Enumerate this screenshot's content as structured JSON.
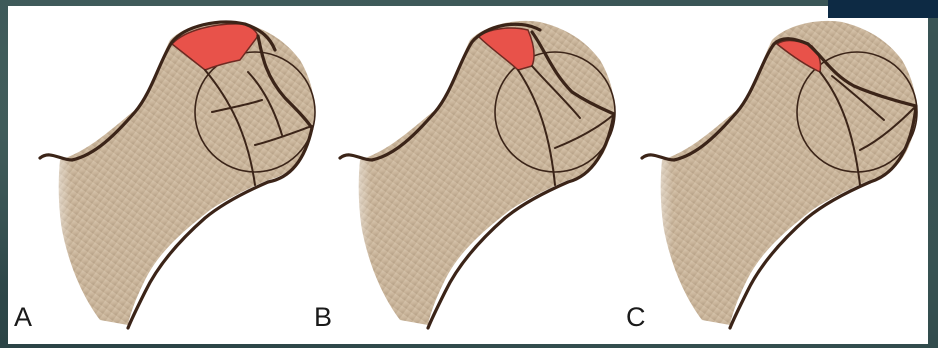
{
  "figure": {
    "panels": [
      {
        "label": "A",
        "lesion": "large"
      },
      {
        "label": "B",
        "lesion": "medium"
      },
      {
        "label": "C",
        "lesion": "small"
      }
    ],
    "colors": {
      "bone": "#c9b49a",
      "bone_shade": "#a8937a",
      "lesion": "#e8524a",
      "outline": "#3b2418",
      "background_panel": "#ffffff",
      "backdrop": "#2f4a4c",
      "corner_block": "#0d2a44"
    }
  }
}
